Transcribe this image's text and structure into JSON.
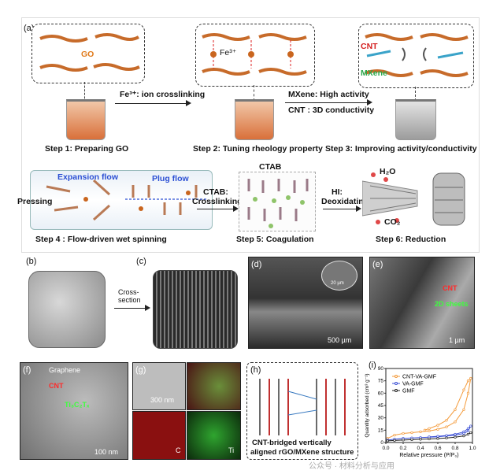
{
  "panel_a": {
    "letter": "(a)",
    "go_label": "GO",
    "fe_label": "Fe³⁺",
    "cnt_label": "CNT",
    "mxene_label": "MXene",
    "transition_1": "Fe³⁺: ion crosslinking",
    "transition_2_line1": "MXene: High activity",
    "transition_2_line2": "CNT :  3D conductivity",
    "step1": "Step 1: Preparing GO",
    "step2": "Step 2: Tuning rheology property",
    "step3": "Step 3: Improving activity/conductivity",
    "expansion_flow": "Expansion flow",
    "plug_flow": "Plug flow",
    "pressing": "Pressing",
    "transition_3_line1": "CTAB:",
    "transition_3_line2": "Crosslinking",
    "ctab_label": "CTAB",
    "transition_4_line1": "HI:",
    "transition_4_line2": "Deoxidating",
    "h2o_label": "H₂O",
    "co2_label": "CO₂",
    "step4": "Step 4 : Flow-driven wet spinning",
    "step5": "Step 5: Coagulation",
    "step6": "Step 6: Reduction"
  },
  "panel_b": {
    "letter": "(b)"
  },
  "panel_c": {
    "letter": "(c)",
    "arrow_label_line1": "Cross-",
    "arrow_label_line2": "section"
  },
  "panel_d": {
    "letter": "(d)",
    "scale": "500 µm",
    "inset_scale": "20 µm"
  },
  "panel_e": {
    "letter": "(e)",
    "cnt": "CNT",
    "sheets": "2D sheets",
    "scale": "1 µm"
  },
  "panel_f": {
    "letter": "(f)",
    "graphene": "Graphene",
    "cnt": "CNT",
    "ti3c2": "Ti₃C₂Tₓ",
    "scale": "100 nm"
  },
  "panel_g": {
    "letter": "(g)",
    "scale": "300 nm",
    "c": "C",
    "ti": "Ti"
  },
  "panel_h": {
    "letter": "(h)",
    "caption_line1": "CNT-bridged vertically",
    "caption_line2": "aligned rGO/MXene structure"
  },
  "panel_i": {
    "letter": "(i)",
    "watermark": "公众号 · 材料分析与应用",
    "chart_data": {
      "type": "line",
      "xlabel": "Relative pressure (P/P₀)",
      "ylabel": "Quantity adsorbed (cm³ g⁻¹)",
      "xlim": [
        0,
        1.0
      ],
      "ylim": [
        0,
        90
      ],
      "xticks": [
        "0.0",
        "0.2",
        "0.4",
        "0.6",
        "0.8",
        "1.0"
      ],
      "yticks": [
        "0",
        "15",
        "30",
        "45",
        "60",
        "75",
        "90"
      ],
      "legend_placement": "top-left",
      "series": [
        {
          "name": "CNT-VA-GMF",
          "color": "#f39a3a",
          "x": [
            0.02,
            0.1,
            0.2,
            0.3,
            0.4,
            0.5,
            0.6,
            0.7,
            0.8,
            0.9,
            0.95,
            0.98,
            0.95,
            0.9,
            0.8,
            0.7,
            0.6,
            0.5,
            0.45
          ],
          "y": [
            5,
            9,
            11,
            12,
            13,
            14,
            16,
            19,
            25,
            40,
            60,
            78,
            75,
            64,
            40,
            27,
            21,
            17,
            15
          ]
        },
        {
          "name": "VA-GMF",
          "color": "#3b4fd6",
          "x": [
            0.02,
            0.1,
            0.2,
            0.3,
            0.4,
            0.5,
            0.6,
            0.7,
            0.8,
            0.9,
            0.95,
            0.98,
            0.95,
            0.9,
            0.8,
            0.7,
            0.6,
            0.5
          ],
          "y": [
            3,
            4,
            5,
            5.5,
            6,
            6.5,
            7,
            8,
            9,
            11,
            14,
            20,
            17,
            13,
            10,
            8.5,
            7.5,
            6.8
          ]
        },
        {
          "name": "GMF",
          "color": "#222222",
          "x": [
            0.02,
            0.1,
            0.2,
            0.3,
            0.4,
            0.5,
            0.6,
            0.7,
            0.8,
            0.9,
            0.95,
            0.98
          ],
          "y": [
            2,
            2.5,
            3,
            3.5,
            4,
            4.3,
            4.8,
            5.5,
            6.5,
            8,
            10,
            12
          ]
        }
      ]
    }
  }
}
